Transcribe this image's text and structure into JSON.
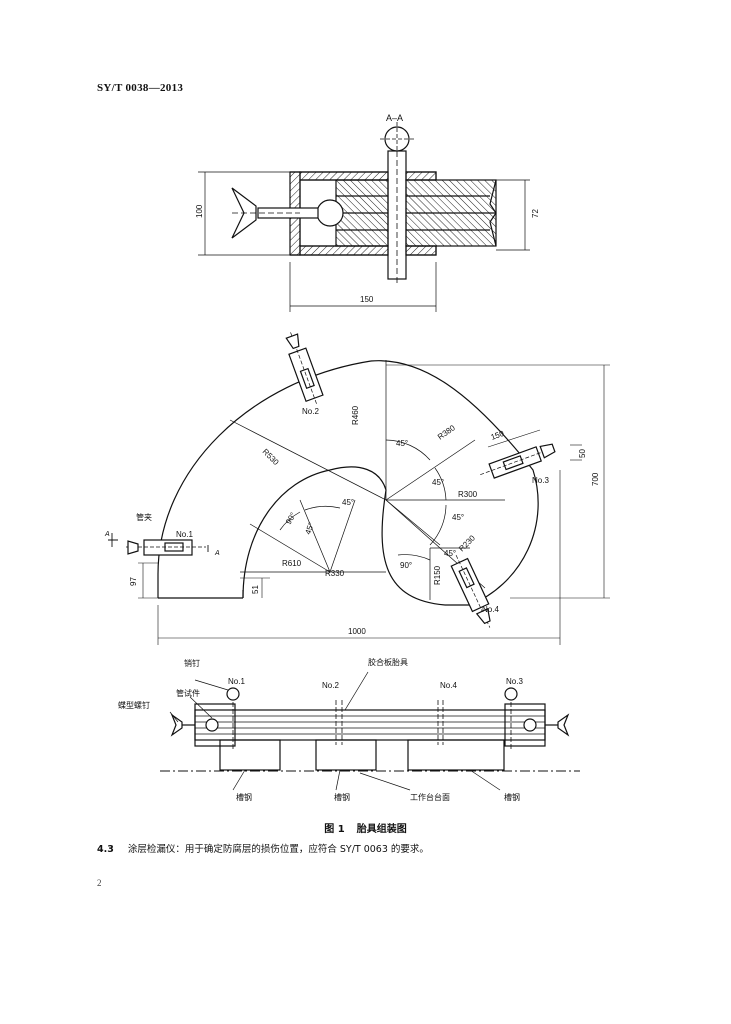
{
  "header": {
    "standard": "SY/T 0038—2013"
  },
  "section_view": {
    "label": "A–A",
    "dim_height": "100",
    "dim_inner": "72",
    "dim_width": "150"
  },
  "plan_view": {
    "radii": [
      "R530",
      "R460",
      "R380",
      "R300",
      "R230",
      "R150",
      "R610",
      "R330"
    ],
    "angles": [
      "45°",
      "45°",
      "45°",
      "45°",
      "45°",
      "45°",
      "90°",
      "90°"
    ],
    "dims": {
      "d150": "150",
      "d50": "50",
      "d700": "700",
      "d97": "97",
      "d51": "51",
      "d1000": "1000"
    },
    "clamp_labels": [
      "No.1",
      "No.2",
      "No.3",
      "No.4"
    ],
    "tube_clamp_label": "管夹",
    "section_marks": [
      "A",
      "A"
    ]
  },
  "assembly_view": {
    "labels": [
      "销钉",
      "管试件",
      "蝶型螺钉",
      "胶合板胎具",
      "槽钢",
      "槽钢",
      "工作台台面",
      "槽钢"
    ],
    "clamp_labels": [
      "No.1",
      "No.2",
      "No.4",
      "No.3"
    ]
  },
  "caption": {
    "figure_no": "图 1",
    "title": "胎具组装图"
  },
  "paragraph": {
    "number": "4.3",
    "text": "涂层检漏仪：用于确定防腐层的损伤位置，应符合 SY/T 0063 的要求。"
  },
  "page_number": "2"
}
